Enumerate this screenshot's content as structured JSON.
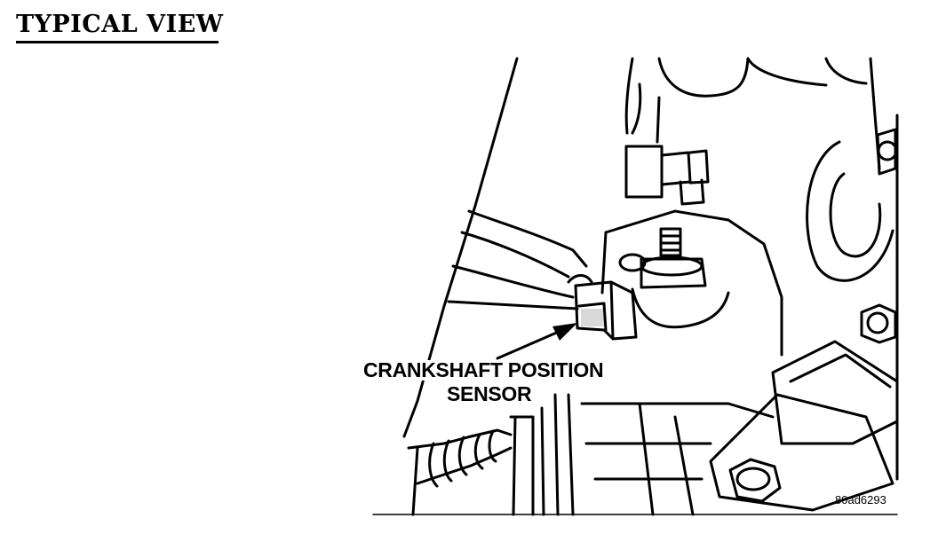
{
  "figure": {
    "title": "TYPICAL VIEW",
    "callout_line1": "CRANKSHAFT POSITION",
    "callout_line2": "SENSOR",
    "figure_code": "80ad6293"
  }
}
